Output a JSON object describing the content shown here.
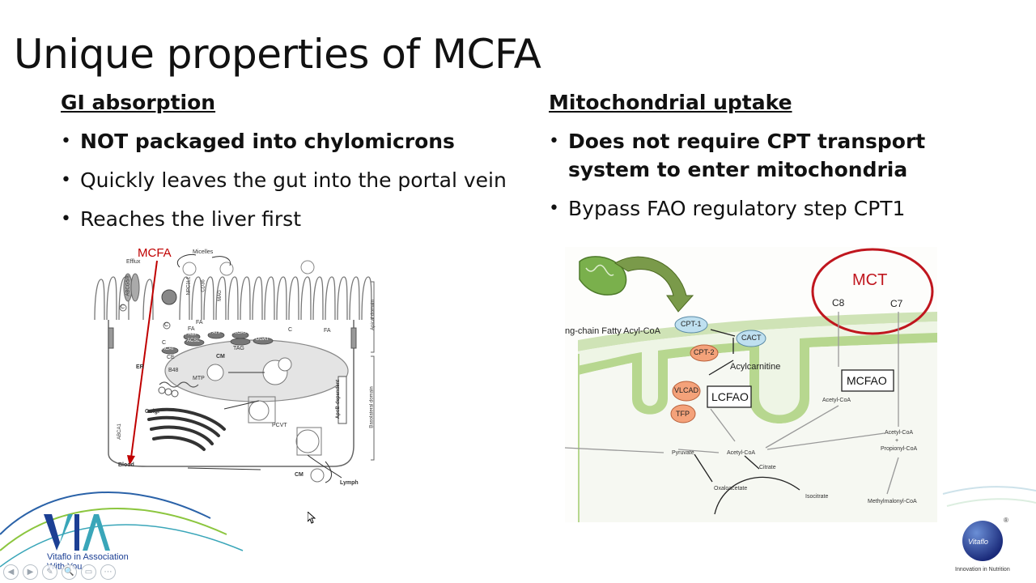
{
  "title": "Unique properties of MCFA",
  "left_column": {
    "heading": "GI absorption",
    "bullets": [
      {
        "text": "NOT packaged into chylomicrons",
        "bold": true
      },
      {
        "text": "Quickly leaves the gut into the portal vein",
        "bold": false
      },
      {
        "text": "Reaches the liver first",
        "bold": false
      }
    ]
  },
  "right_column": {
    "heading": "Mitochondrial uptake",
    "bullets": [
      {
        "text": "Does not require CPT transport system to enter mitochondria",
        "bold": true
      },
      {
        "text": "Bypass FAO regulatory step CPT1",
        "bold": false
      }
    ]
  },
  "left_figure": {
    "mcfa_label": "MCFA",
    "labels": {
      "efflux": "Efflux",
      "micelles": "Micelles",
      "abcg5": "ABCG5/8",
      "npc1l1": "NPC1L1",
      "cd36": "CD36",
      "mag": "MAG",
      "fa1": "FA",
      "fa2": "FA",
      "fa3": "FA",
      "c1": "C",
      "c2": "C",
      "c3": "C",
      "c4": "C",
      "fabp": "FABP",
      "fatp": "FATP",
      "mgat": "MGAT",
      "acsl": "ACSL",
      "dgat": "DGAT",
      "acat": "ACAT",
      "ce": "CE",
      "tag": "TAG",
      "cm": "CM",
      "b48": "B48",
      "mtp": "MTP",
      "er": "ER",
      "golgi": "Golgi",
      "pcvt": "PCVT",
      "abca1": "ABCA1",
      "blood": "Blood",
      "lymph": "Lymph",
      "cm2": "CM",
      "apob": "ApoB-dependent",
      "apical": "Apical domain",
      "basolateral": "Basolateral domain"
    }
  },
  "right_figure": {
    "mct": "MCT",
    "c8": "C8",
    "c7": "C7",
    "acyl_coa": "ng-chain Fatty Acyl-CoA",
    "cpt1": "CPT-1",
    "cact": "CACT",
    "cpt2": "CPT-2",
    "acylcarnitine": "Acylcarnitine",
    "vlcad": "VLCAD",
    "lcfao": "LCFAO",
    "tfp": "TFP",
    "mcfao": "MCFAO",
    "acetyl_coa_1": "Acetyl-CoA",
    "acetyl_coa_2": "Acetyl-CoA",
    "acetyl_coa_3": "Acetyl-CoA",
    "plus": "+",
    "propionyl": "Propionyl-CoA",
    "pyruvate": "Pyruvate",
    "citrate": "Citrate",
    "oxaloacetate": "Oxaloacetate",
    "isocitrate": "Isocitrate",
    "methylmalonyl": "Methylmalonyl-CoA"
  },
  "footer": {
    "logo_text_1": "Vitaflo in Association",
    "logo_text_2": "With You",
    "brand_name": "Vitaflo",
    "brand_tagline": "Innovation in Nutrition",
    "registered": "®"
  },
  "nav_buttons": [
    "◀",
    "▶",
    "✎",
    "🔍",
    "▭",
    "⋯"
  ],
  "colors": {
    "mcfa_red": "#c00000",
    "mct_circle": "#c0161e",
    "mito_green": "#8fc46a",
    "cpt_blue": "#bfe0f0",
    "enzyme_orange": "#f4a27a",
    "logo_blue": "#1c3f94",
    "logo_teal": "#3aa6b9"
  }
}
